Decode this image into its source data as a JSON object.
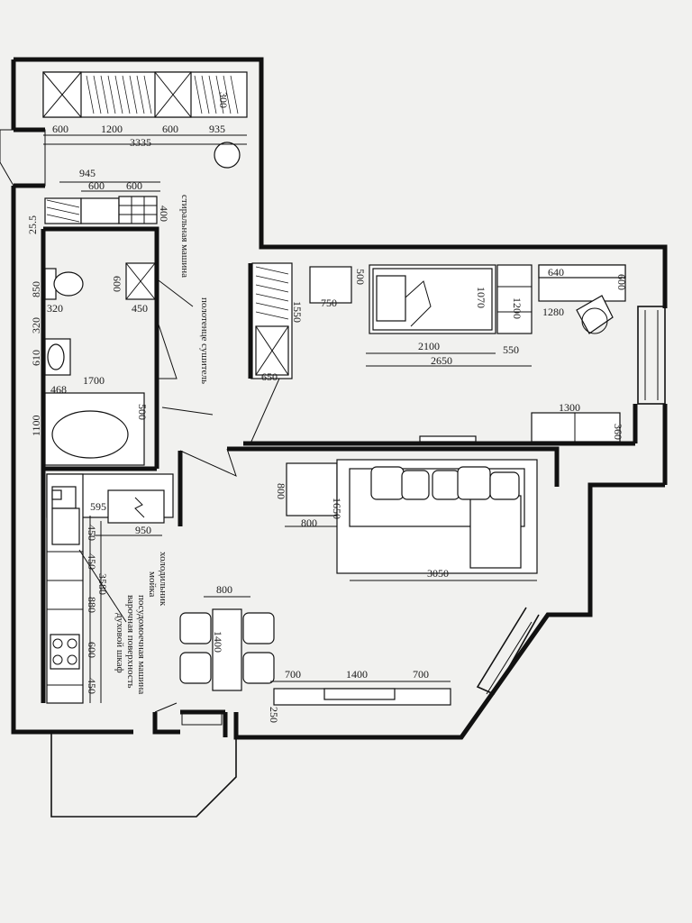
{
  "dimensions": {
    "d600a": "600",
    "d1200": "1200",
    "d600b": "600",
    "d935": "935",
    "d300": "300",
    "d3335": "3335",
    "d945": "945",
    "d600c": "600",
    "d600d": "600",
    "d400": "400",
    "d255": "25.5",
    "d850": "850",
    "d600e": "600",
    "d320a": "320",
    "d450a": "450",
    "d320b": "320",
    "d610": "610",
    "d1700": "1700",
    "d468": "468",
    "d500a": "500",
    "d1100": "1100",
    "d1550": "1550",
    "d750": "750",
    "d500b": "500",
    "d1070": "1070",
    "d1200b": "1200",
    "d640": "640",
    "d600f": "600",
    "d1280": "1280",
    "d650": "650",
    "d2100": "2100",
    "d550": "550",
    "d2650": "2650",
    "d1300": "1300",
    "d360": "360",
    "d595": "595",
    "d950": "950",
    "d800a": "800",
    "d1650": "1650",
    "d800b": "800",
    "d3050": "3050",
    "d450b": "450",
    "d450c": "450",
    "d3580": "3580",
    "d880": "880",
    "d600g": "600",
    "d450d": "450",
    "d800c": "800",
    "d1400a": "1400",
    "d700a": "700",
    "d1400b": "1400",
    "d700b": "700",
    "d250": "250"
  },
  "labels": {
    "washer": "стиральная машина",
    "towel": "полотенце сушитель",
    "fridge": "холодильник",
    "sink": "мойка",
    "dishwasher": "посудомоечная машина",
    "worktop": "варочная поверхность",
    "oven": "духовой шкаф"
  }
}
